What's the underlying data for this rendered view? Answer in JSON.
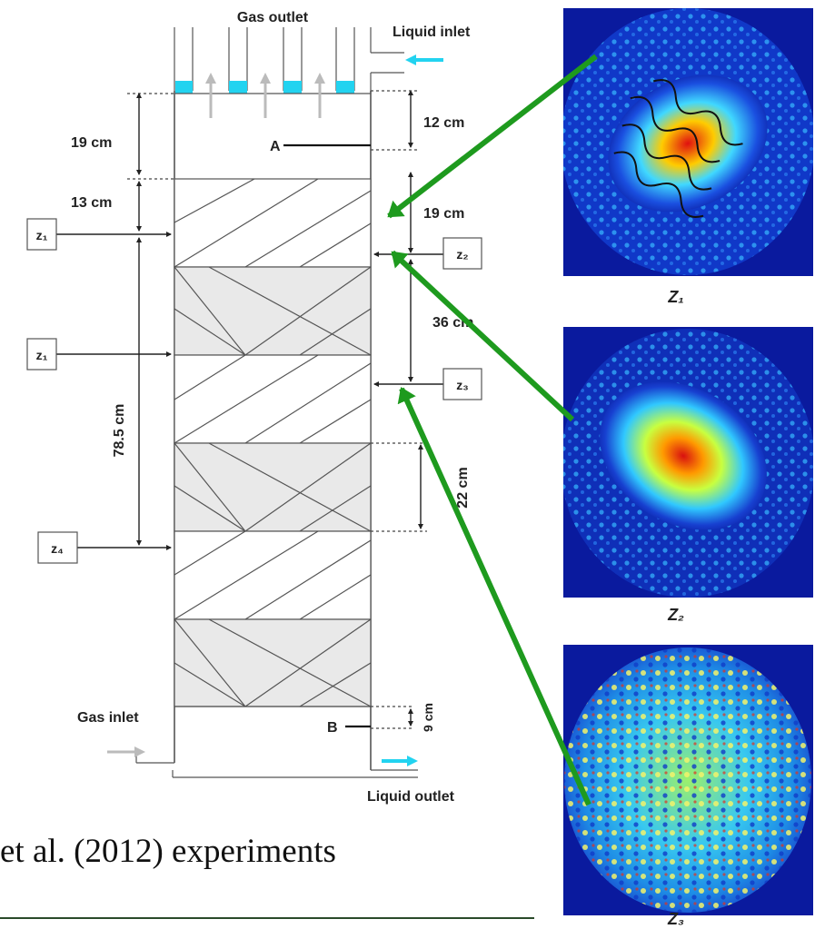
{
  "labels": {
    "gas_outlet": "Gas outlet",
    "liquid_inlet": "Liquid inlet",
    "gas_inlet": "Gas inlet",
    "liquid_outlet": "Liquid outlet",
    "point_a": "A",
    "point_b": "B"
  },
  "dimensions": {
    "d19_left": "19 cm",
    "d13": "13 cm",
    "d12": "12 cm",
    "d19_right": "19 cm",
    "d36": "36 cm",
    "d785": "78.5 cm",
    "d22": "22 cm",
    "d9": "9 cm"
  },
  "sensor_boxes": {
    "left_top": "z₁",
    "left_mid": "z₁",
    "left_bottom": "z₄",
    "right_top": "z₂",
    "right_mid": "z₃"
  },
  "heatmaps": {
    "z1": "Z₁",
    "z2": "Z₂",
    "z3": "Z₃"
  },
  "caption": "et al. (2012) experiments",
  "colors": {
    "arrow": "#1e9a1e",
    "liquid": "#22d3f0",
    "packing_fill": "#e9e9e9",
    "heat_bg": "#0a1a9e"
  }
}
